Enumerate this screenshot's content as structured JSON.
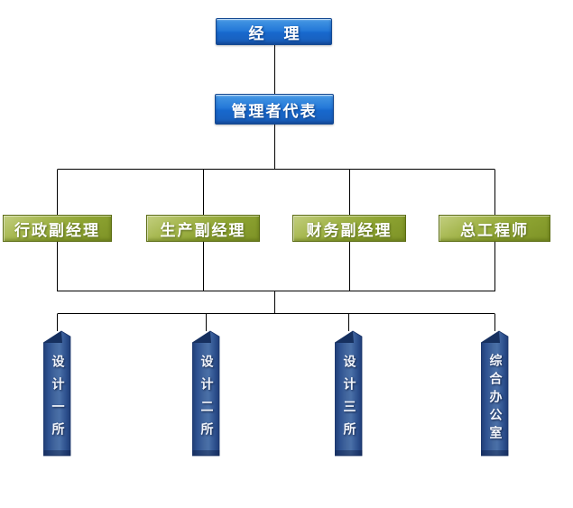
{
  "org": {
    "root": "经 理",
    "representative": "管理者代表",
    "middle": [
      "行政副经理",
      "生产副经理",
      "财务副经理",
      "总工程师"
    ],
    "departments": [
      "设计一所",
      "设计二所",
      "设计三所",
      "综合办公室"
    ]
  },
  "colors": {
    "node_blue": "#2478d8",
    "node_blue_border": "#164a92",
    "node_green": "#8ea432",
    "node_green_border": "#5c6d14",
    "banner_blue": "#3a5e9c",
    "banner_fold": "#16305f",
    "connector": "#000000",
    "background": "#ffffff",
    "text": "#ffffff"
  }
}
